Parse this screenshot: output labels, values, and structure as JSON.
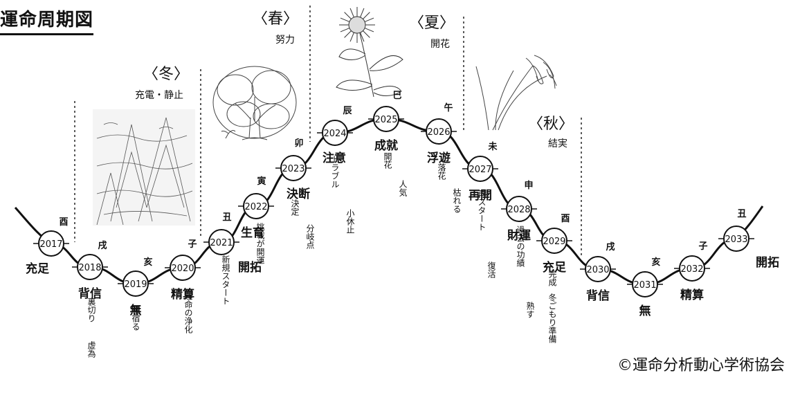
{
  "title": "運命周期図",
  "copyright": "©運命分析動心学術協会",
  "seasons": [
    {
      "name": "〈冬〉",
      "subtitle": "充電・静止"
    },
    {
      "name": "〈春〉",
      "subtitle": "努力"
    },
    {
      "name": "〈夏〉",
      "subtitle": "開花"
    },
    {
      "name": "〈秋〉",
      "subtitle": "結実"
    }
  ],
  "cycle": [
    {
      "year": "2017",
      "zodiac": "酉",
      "name": "充足",
      "keywords": []
    },
    {
      "year": "2018",
      "zodiac": "戌",
      "name": "背信",
      "keywords": [
        "裏切り",
        "虚為"
      ]
    },
    {
      "year": "2019",
      "zodiac": "亥",
      "name": "無",
      "keywords": [
        "種宿る"
      ]
    },
    {
      "year": "2020",
      "zodiac": "子",
      "name": "精算",
      "keywords": [
        "運命の浄化"
      ]
    },
    {
      "year": "2021",
      "zodiac": "丑",
      "name": "開拓",
      "keywords": [
        "新規スタート"
      ]
    },
    {
      "year": "2022",
      "zodiac": "寅",
      "name": "生育",
      "keywords": [
        "挑戦が開運"
      ]
    },
    {
      "year": "2023",
      "zodiac": "卯",
      "name": "決断",
      "keywords": [
        "決定",
        "分岐点"
      ]
    },
    {
      "year": "2024",
      "zodiac": "辰",
      "name": "注意",
      "keywords": [
        "トラブル",
        "小休止"
      ]
    },
    {
      "year": "2025",
      "zodiac": "巳",
      "name": "成就",
      "keywords": [
        "開花",
        "人気"
      ]
    },
    {
      "year": "2026",
      "zodiac": "午",
      "name": "浮遊",
      "keywords": [
        "落花",
        "枯れる"
      ]
    },
    {
      "year": "2027",
      "zodiac": "未",
      "name": "再開",
      "keywords": [
        "再スタート",
        "復活"
      ]
    },
    {
      "year": "2028",
      "zodiac": "申",
      "name": "財運",
      "keywords": [
        "過去の功績",
        "熟す"
      ]
    },
    {
      "year": "2029",
      "zodiac": "酉",
      "name": "充足",
      "keywords": [
        "完成",
        "冬ごもり準備"
      ]
    },
    {
      "year": "2030",
      "zodiac": "戌",
      "name": "背信",
      "keywords": []
    },
    {
      "year": "2031",
      "zodiac": "亥",
      "name": "無",
      "keywords": []
    },
    {
      "year": "2032",
      "zodiac": "子",
      "name": "精算",
      "keywords": []
    },
    {
      "year": "2033",
      "zodiac": "丑",
      "name": "開拓",
      "keywords": []
    }
  ],
  "illustrations": [
    {
      "icon": "winter-forest-icon"
    },
    {
      "icon": "tree-icon"
    },
    {
      "icon": "sunflower-icon"
    },
    {
      "icon": "rice-plant-icon"
    }
  ]
}
